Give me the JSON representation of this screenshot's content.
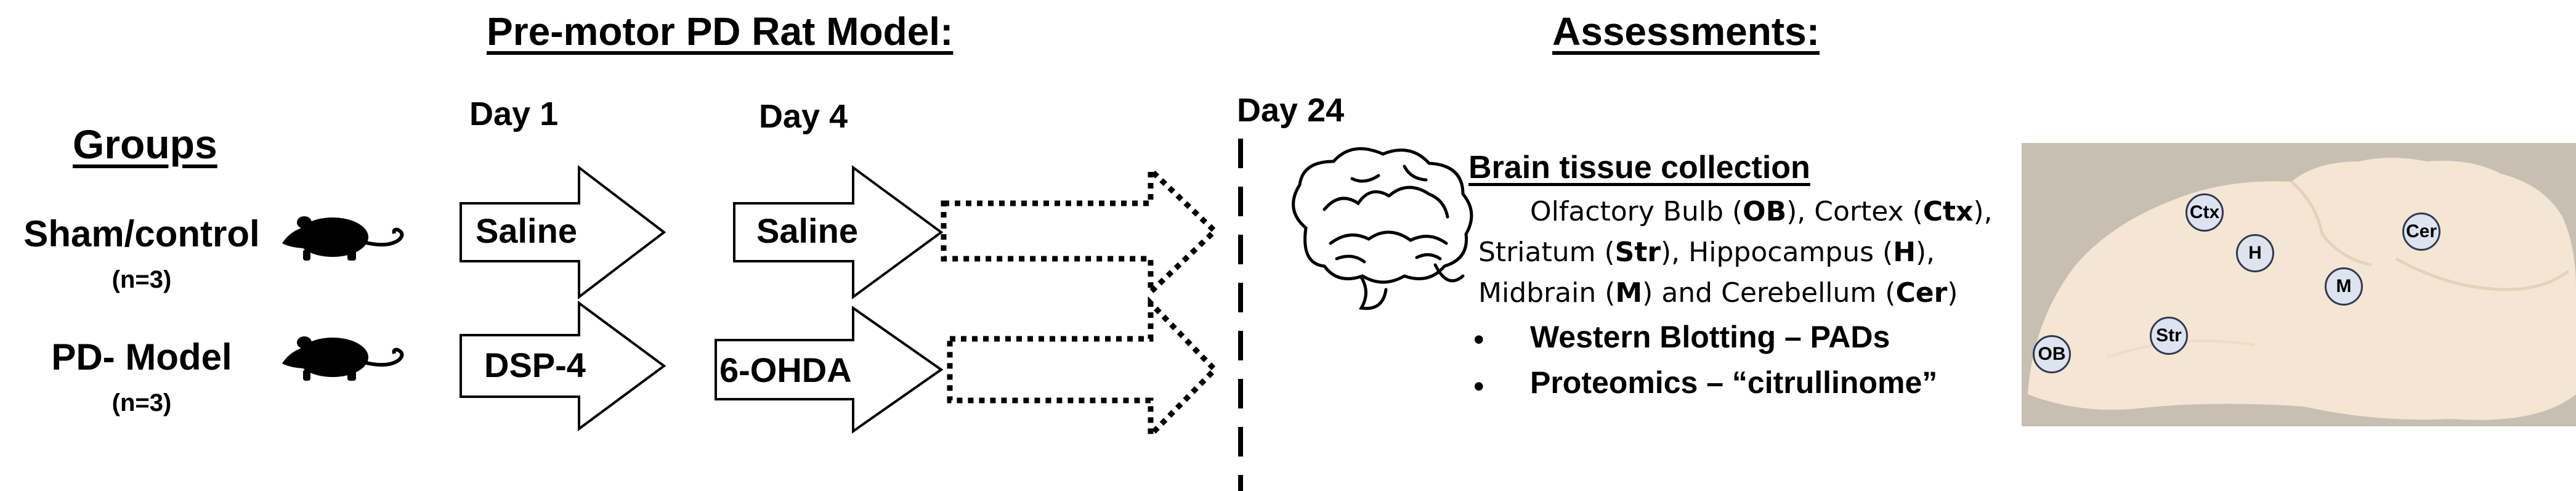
{
  "headers": {
    "model": "Pre-motor  PD Rat Model:",
    "assessments": "Assessments:"
  },
  "timeline": {
    "day1": "Day 1",
    "day4": "Day 4",
    "day24": "Day 24"
  },
  "groups": {
    "title": "Groups",
    "sham": {
      "name": "Sham/control",
      "n": "(n=3)",
      "day1_treatment": "Saline",
      "day4_treatment": "Saline"
    },
    "pd": {
      "name": "PD- Model",
      "n": "(n=3)",
      "day1_treatment": "DSP-4",
      "day4_treatment": "6-OHDA"
    }
  },
  "assessment": {
    "collection_title": "Brain tissue collection",
    "line1": [
      "Olfactory Bulb (",
      "OB",
      "), Cortex (",
      "Ctx",
      "),"
    ],
    "line2": [
      "Striatum (",
      "Str",
      "), Hippocampus (",
      "H",
      "),"
    ],
    "line3": [
      "Midbrain (",
      "M",
      ") and Cerebellum (",
      "Cer",
      ")"
    ],
    "bullets": [
      "Western Blotting – PADs",
      "Proteomics – “citrullinome”"
    ]
  },
  "brain_regions": [
    "Ctx",
    "Cer",
    "H",
    "M",
    "Str",
    "OB"
  ],
  "icons": [
    "rat-icon",
    "brain-icon"
  ],
  "colors": {
    "tissue": "#f4e6d3",
    "background_photo": "#c7bfb2",
    "region_fill": "#dde4f0"
  }
}
